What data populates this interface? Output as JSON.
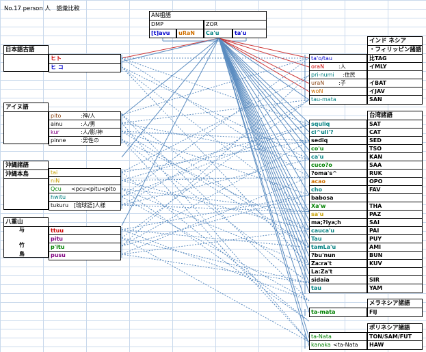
{
  "title": "No.17 person 人　語彙比較",
  "colors": {
    "red": "#cc0000",
    "blue": "#0000cc",
    "green": "#008000",
    "teal": "#008080",
    "orange": "#d07000",
    "purple": "#800080",
    "brown": "#8b4513",
    "gold": "#c8a000",
    "lineBlue": "#5b8cc0",
    "lineRed": "#cc3333"
  },
  "an": {
    "title": "AN祖語",
    "dmp": "DMP",
    "zor": "ZOR",
    "tavu": "[t]avu",
    "uran": "uRaN",
    "cau": "Ca'u",
    "tau": "ta'u"
  },
  "japanese": {
    "header": "日本語古語",
    "hito": "ヒト",
    "hiko": "ヒ コ"
  },
  "ainu": {
    "header": "アイヌ語",
    "rows": [
      {
        "word": "pito",
        "gloss": ":神/人"
      },
      {
        "word": "ainu",
        "gloss": ":人/男"
      },
      {
        "word": "kur",
        "gloss": ":人/影/神"
      },
      {
        "word": "pinne",
        "gloss": ":男性の"
      }
    ]
  },
  "okinawa": {
    "header1": "沖縄諸語",
    "header2": "沖縄本島",
    "rows": [
      {
        "word": "tai",
        "gloss": ""
      },
      {
        "word": "niN",
        "gloss": ""
      },
      {
        "word": "Qcu",
        "gloss": "<pcu<pitu<pito"
      },
      {
        "word": "hwitu",
        "gloss": ""
      },
      {
        "word": "tukuru",
        "gloss": "[琉球語]人様"
      }
    ]
  },
  "yaeyama": {
    "header": "八重山",
    "yo": "与",
    "take": "竹",
    "shima": "島",
    "rows": [
      "ttuu",
      "pitu",
      "p'itu",
      "pusu"
    ]
  },
  "indo": {
    "header1": "インド ネシア",
    "header2": "・フィリッピン諸語",
    "rows": [
      {
        "word": "ta'o/tau",
        "code": "比TAG"
      },
      {
        "word": "oraN",
        "gloss": ":人",
        "code": "イMLY"
      },
      {
        "word": "pri-numi",
        "gloss": ":住民",
        "code": ""
      },
      {
        "word": "uraN",
        "gloss": ":子",
        "code": "イBAT"
      },
      {
        "word": "woN",
        "code": "イJAV"
      },
      {
        "word": "tau-mata",
        "code": "SAN"
      }
    ]
  },
  "taiwan": {
    "header": "台湾諸語",
    "rows": [
      {
        "word": "squliq",
        "code": "SAT"
      },
      {
        "word": "ci^uli'?",
        "code": "CAT"
      },
      {
        "word": "sediq",
        "code": "SED"
      },
      {
        "word": "co'u",
        "code": "TSO"
      },
      {
        "word": "ca'u",
        "code": "KAN"
      },
      {
        "word": "cuco?o",
        "code": "SAA"
      },
      {
        "word": "?oma's^",
        "code": "RUK"
      },
      {
        "word": "acao",
        "code": "OPO"
      },
      {
        "word": "cho",
        "code": "FAV"
      },
      {
        "word": "babosa",
        "code": ""
      },
      {
        "word": "Xa'w",
        "code": "THA"
      },
      {
        "word": "sa'u",
        "code": "PAZ"
      },
      {
        "word": "ma;?iya;h",
        "code": "SAI"
      },
      {
        "word": "cauca'u",
        "code": "PAI"
      },
      {
        "word": "Tau",
        "code": "PUY"
      },
      {
        "word": "tamLa'u",
        "code": "AMI"
      },
      {
        "word": "?bu'nun",
        "code": "BUN"
      },
      {
        "word": "Za:ra't",
        "code": "KUV"
      },
      {
        "word": "La:Za't",
        "code": ""
      },
      {
        "word": "sidaia",
        "code": "SIR"
      },
      {
        "word": "tau",
        "code": "YAM"
      }
    ]
  },
  "melanesia": {
    "header": "メラネシア諸語",
    "word": "ta-mata",
    "code": "FIJ"
  },
  "polynesia": {
    "header": "ポリネシア諸語",
    "rows": [
      {
        "word": "ta-Nata",
        "code": "TON/SAM/FUT"
      },
      {
        "word": "kanaka",
        "gloss": "<ta-Nata",
        "code": "HAW"
      }
    ]
  }
}
